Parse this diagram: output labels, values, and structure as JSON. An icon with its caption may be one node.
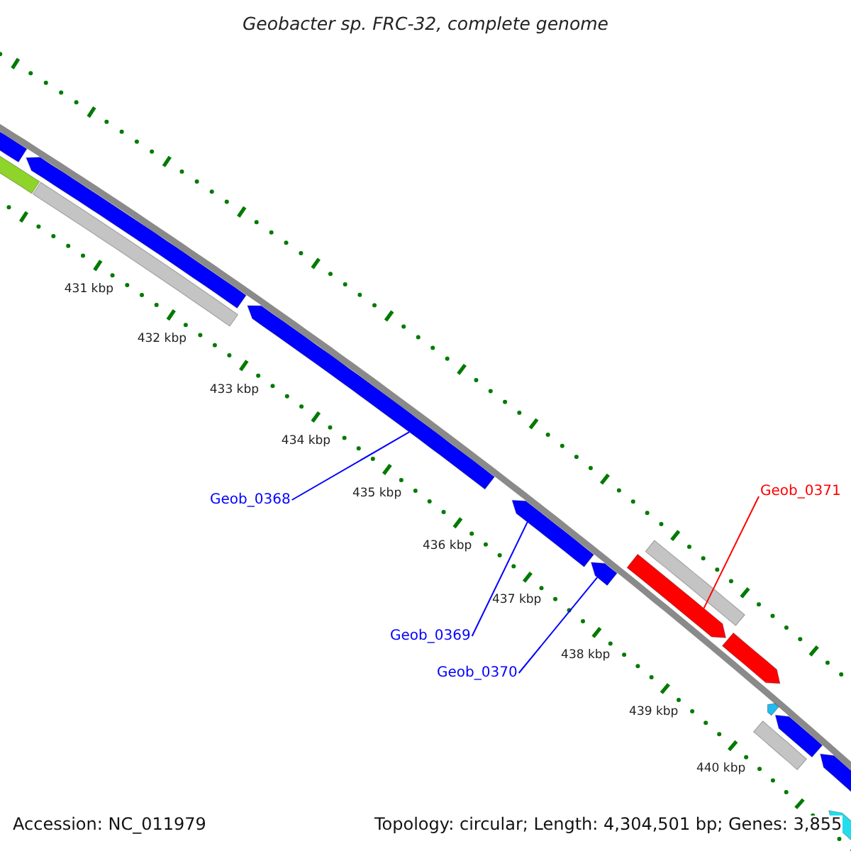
{
  "diagram": {
    "title": "Geobacter sp. FRC-32, complete genome",
    "nodes": [
      {
        "text": [
          "Geob_0371"
        ]
      },
      {
        "text": [
          "Geob_0368"
        ]
      },
      {
        "text": [
          "Geob_0369"
        ]
      },
      {
        "text": [
          "Geob_0370"
        ]
      },
      {
        "text": [],
        "shape": "arrow"
      },
      {
        "text": [],
        "shape": "arrow"
      },
      {
        "text": [],
        "shape": "arrow"
      },
      {
        "text": [],
        "shape": "arrow"
      }
    ],
    "edges": [
      {
        "from": 0,
        "to": 7,
        "arrow": "none",
        "color": "#ff0000"
      },
      {
        "from": 1,
        "to": 4,
        "arrow": "none"
      },
      {
        "from": 2,
        "to": 5,
        "arrow": "none"
      },
      {
        "from": 3,
        "to": 6,
        "arrow": "none"
      }
    ],
    "labels": [
      "431 kbp",
      "432 kbp",
      "433 kbp",
      "434 kbp",
      "435 kbp",
      "436 kbp",
      "437 kbp",
      "438 kbp",
      "439 kbp",
      "440 kbp",
      "Accession: NC_011979",
      "Topology: circular; Length: 4,304,501 bp; Genes: 3,855"
    ]
  }
}
